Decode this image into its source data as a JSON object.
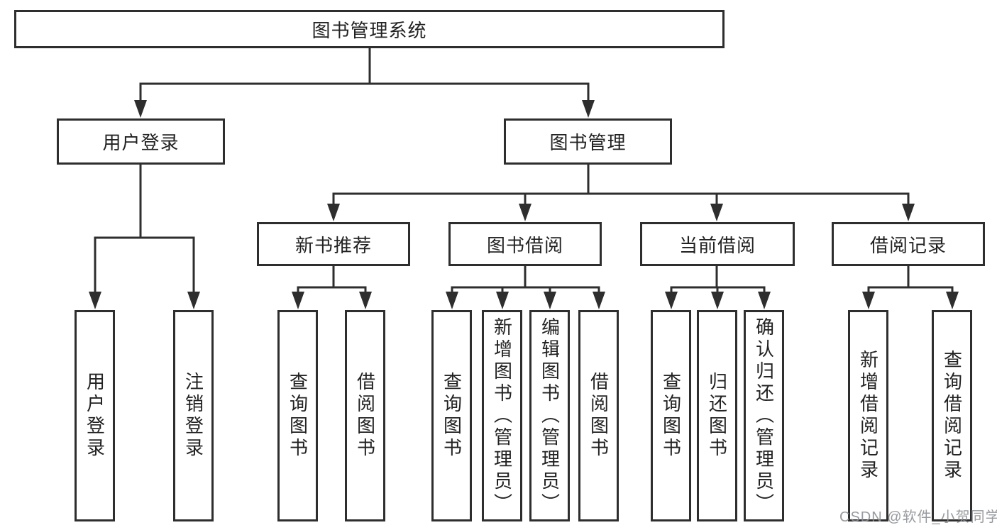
{
  "diagram": {
    "root": {
      "label": "图书管理系统"
    },
    "branches": [
      {
        "label": "用户登录",
        "children": [
          {
            "label": "用户登录"
          },
          {
            "label": "注销登录"
          }
        ]
      },
      {
        "label": "图书管理",
        "children": [
          {
            "label": "新书推荐",
            "children": [
              {
                "label": "查询图书"
              },
              {
                "label": "借阅图书"
              }
            ]
          },
          {
            "label": "图书借阅",
            "children": [
              {
                "label": "查询图书"
              },
              {
                "label": "新增图书（管理员）"
              },
              {
                "label": "编辑图书（管理员）"
              },
              {
                "label": "借阅图书"
              }
            ]
          },
          {
            "label": "当前借阅",
            "children": [
              {
                "label": "查询图书"
              },
              {
                "label": "归还图书"
              },
              {
                "label": "确认归还（管理员）"
              }
            ]
          },
          {
            "label": "借阅记录",
            "children": [
              {
                "label": "新增借阅记录"
              },
              {
                "label": "查询借阅记录"
              }
            ]
          }
        ]
      }
    ],
    "watermark": "CSDN @软件_小贺同学",
    "colors": {
      "line": "#2e2e2e",
      "box_border": "#2e2e2e",
      "box_background": "#ffffff",
      "text": "#222222",
      "watermark": "#8c8f94",
      "page_background": "#ffffff"
    }
  }
}
